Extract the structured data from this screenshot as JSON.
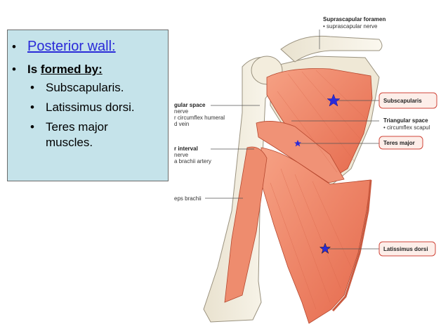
{
  "slide": {
    "title": "Posterior wall:",
    "subhead_prefix": "Is ",
    "subhead_underlined": "formed by:",
    "items": [
      "Subscapularis.",
      "Latissimus dorsi.",
      "Teres major"
    ],
    "item3_continuation": "muscles."
  },
  "figure": {
    "top_label": "Suprascapular foramen",
    "top_sublabel": "• suprascapular nerve",
    "left_labels": [
      "gular space",
      "nerve",
      "r circumflex humeral",
      "d vein",
      "r interval",
      "nerve",
      "a brachii artery",
      "eps brachii"
    ],
    "right_labels": {
      "subscapularis": "Subscapularis",
      "triangular_space": "Triangular space",
      "triangular_space_sub": "• circumflex scapul",
      "teres_major": "Teres major",
      "latissimus_dorsi": "Latissimus dorsi"
    }
  }
}
